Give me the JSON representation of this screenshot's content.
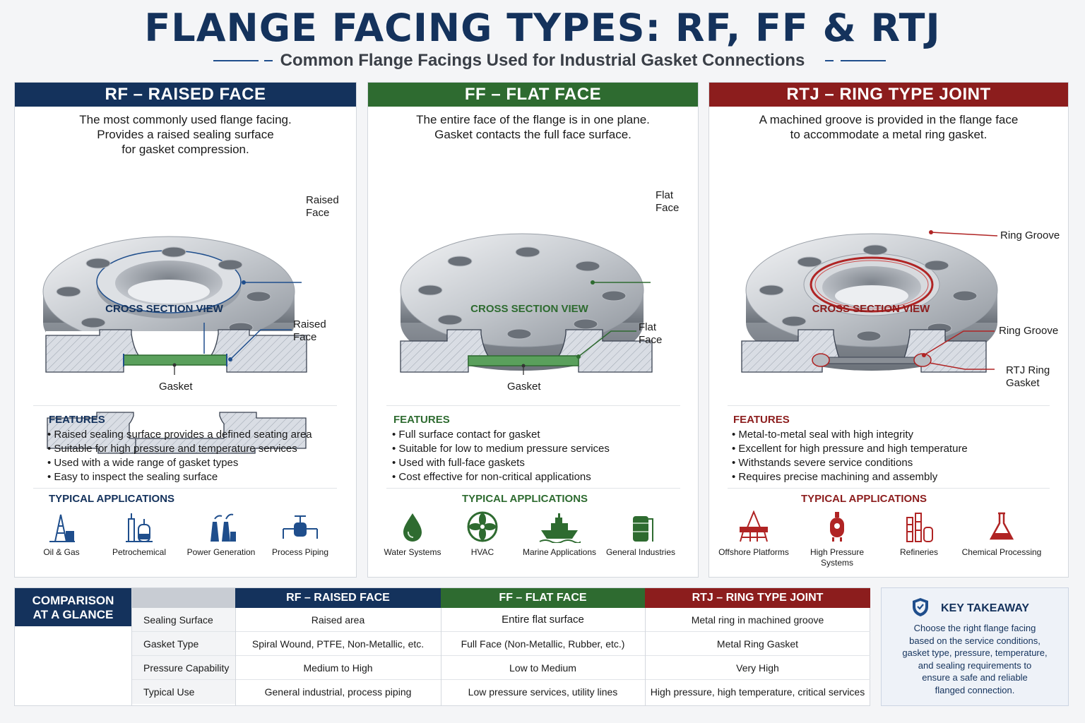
{
  "header": {
    "title": "FLANGE FACING TYPES: RF, FF & RTJ",
    "subtitle": "Common Flange Facings Used for Industrial Gasket Connections"
  },
  "colors": {
    "rf": "#14325c",
    "ff": "#2e6b30",
    "rtj": "#8c1d1d",
    "navy": "#14325c"
  },
  "panels": {
    "rf": {
      "title": "RF – RAISED FACE",
      "desc": [
        "The most commonly used flange facing.",
        "Provides a raised sealing surface",
        "for gasket compression."
      ],
      "flange_callout": [
        "Raised",
        "Face"
      ],
      "cross_section_title": "CROSS SECTION VIEW",
      "section_callout": [
        "Raised",
        "Face"
      ],
      "gasket_label": "Gasket",
      "features_title": "FEATURES",
      "features": [
        "Raised sealing surface provides a defined seating area",
        "Suitable for high pressure and temperature services",
        "Used with a wide range of gasket types",
        "Easy to inspect the sealing surface"
      ],
      "apps_title": "TYPICAL APPLICATIONS",
      "apps": [
        {
          "label": "Oil & Gas",
          "icon": "oil-rig-icon"
        },
        {
          "label": "Petrochemical",
          "icon": "petrochemical-plant-icon"
        },
        {
          "label": "Power Generation",
          "icon": "power-plant-icon"
        },
        {
          "label": "Process Piping",
          "icon": "valve-piping-icon"
        }
      ]
    },
    "ff": {
      "title": "FF – FLAT FACE",
      "desc": [
        "The entire face of the flange is in one plane.",
        "Gasket contacts the full face surface."
      ],
      "flange_callout": [
        "Flat",
        "Face"
      ],
      "cross_section_title": "CROSS SECTION VIEW",
      "section_callout": [
        "Flat",
        "Face"
      ],
      "gasket_label": "Gasket",
      "features_title": "FEATURES",
      "features": [
        "Full surface contact for gasket",
        "Suitable for low to medium pressure services",
        "Used with full-face gaskets",
        "Cost effective for non-critical applications"
      ],
      "apps_title": "TYPICAL APPLICATIONS",
      "apps": [
        {
          "label": "Water Systems",
          "icon": "water-drop-icon"
        },
        {
          "label": "HVAC",
          "icon": "fan-icon"
        },
        {
          "label": "Marine Applications",
          "icon": "ship-icon"
        },
        {
          "label": "General Industries",
          "icon": "storage-tank-icon"
        }
      ]
    },
    "rtj": {
      "title": "RTJ – RING TYPE JOINT",
      "desc": [
        "A machined groove is provided in the flange face",
        "to accommodate a metal ring gasket."
      ],
      "flange_callout": [
        "Ring Groove"
      ],
      "cross_section_title": "CROSS SECTION VIEW",
      "section_callout_groove": [
        "Ring Groove"
      ],
      "section_callout_gasket": [
        "RTJ Ring",
        "Gasket"
      ],
      "features_title": "FEATURES",
      "features": [
        "Metal-to-metal seal with high integrity",
        "Excellent for high pressure and high temperature",
        "Withstands severe service conditions",
        "Requires precise machining and assembly"
      ],
      "apps_title": "TYPICAL APPLICATIONS",
      "apps": [
        {
          "label": "Offshore Platforms",
          "icon": "offshore-platform-icon"
        },
        {
          "label": "High Pressure Systems",
          "icon": "pressure-vessel-icon"
        },
        {
          "label": "Refineries",
          "icon": "refinery-icon"
        },
        {
          "label": "Chemical Processing",
          "icon": "flask-icon"
        }
      ]
    }
  },
  "comparison": {
    "label": [
      "COMPARISON",
      "AT A GLANCE"
    ],
    "columns": [
      "RF – RAISED FACE",
      "FF – FLAT FACE",
      "RTJ – RING TYPE JOINT"
    ],
    "rows": [
      {
        "label": "Sealing Surface",
        "rf": "Raised area",
        "ff": "Entire flat surface",
        "rtj": "Metal ring in machined groove"
      },
      {
        "label": "Gasket Type",
        "rf": "Spiral Wound, PTFE, Non-Metallic, etc.",
        "ff": "Full Face (Non-Metallic, Rubber, etc.)",
        "rtj": "Metal Ring Gasket"
      },
      {
        "label": "Pressure Capability",
        "rf": "Medium to High",
        "ff": "Low to Medium",
        "rtj": "Very High"
      },
      {
        "label": "Typical Use",
        "rf": "General industrial, process piping",
        "ff": "Low pressure services, utility lines",
        "rtj": "High pressure, high temperature, critical services"
      }
    ]
  },
  "takeaway": {
    "title": "KEY TAKEAWAY",
    "icon": "shield-check-icon",
    "lines": [
      "Choose the right flange facing",
      "based on the service conditions,",
      "gasket type, pressure, temperature,",
      "and sealing requirements to",
      "ensure a safe and reliable",
      "flanged connection."
    ]
  }
}
